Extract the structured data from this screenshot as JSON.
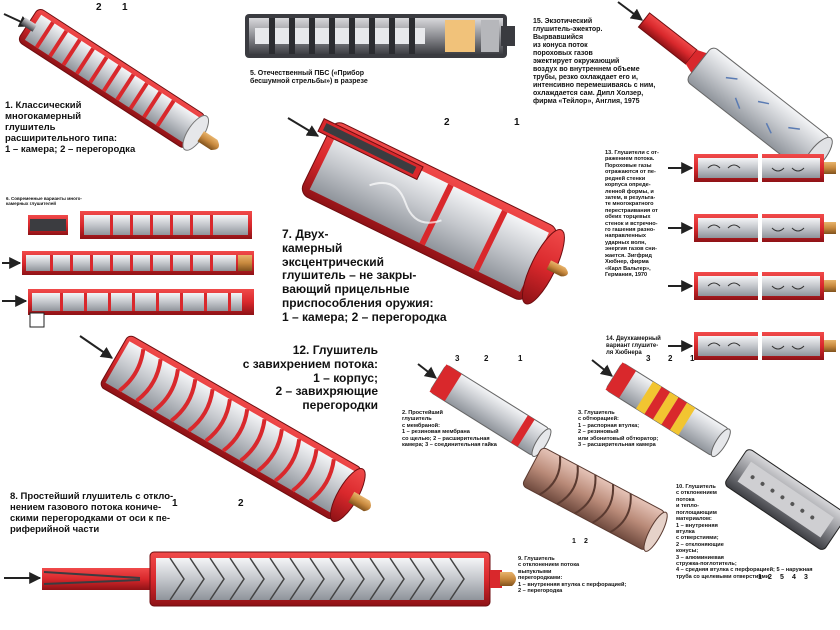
{
  "colors": {
    "casing_red": "#d9282c",
    "casing_dark": "#9c1418",
    "interior_gray": "#c4c7cc",
    "interior_light": "#eef0f2",
    "bullet_copper": "#c8893e",
    "copper_casing": "#b98a78",
    "arrow": "#222222"
  },
  "captions": {
    "c1": [
      "1. Классический",
      "многокамерный",
      "глушитель",
      "расширительного типа:",
      "1 – камера; 2 – перегородка"
    ],
    "c5": [
      "5. Отечественный ПБС («Прибор",
      "бесшумной стрельбы») в разрезе"
    ],
    "c15": [
      "15. Экзотический",
      "глушитель-эжектор.",
      "Вырвавшийся",
      "из конуса поток",
      "пороховых газов",
      "эжектирует окружающий",
      "воздух во внутреннем объеме",
      "трубы, резко охлаждает его и,",
      "интенсивно перемешиваясь с ним,",
      "охлаждается сам. Дипл Холзер,",
      "фирма «Тейлор», Англия, 1975"
    ],
    "c6": [
      "6. Современные варианты много-",
      "камерных глушителей"
    ],
    "c7": [
      "7. Двух-",
      "камерный",
      "эксцентрический",
      "глушитель – не закры-",
      "вающий прицельные",
      "приспособления оружия:",
      "1 – камера; 2 – перегородка"
    ],
    "c13": [
      "13. Глушители с от-",
      "ражением потока.",
      "Пороховые газы",
      "отражаются от пе-",
      "редней стенки",
      "корпуса опреде-",
      "ленной формы, и",
      "затем, в результа-",
      "те многократного",
      "перестраивания от",
      "обеих торцевых",
      "стенок и встречно-",
      "го гашения разно-",
      "направленных",
      "ударных волн,",
      "энергия газов сни-",
      "жается. Зигфрид",
      "Хюбнер, фирма",
      "«Карл Вальтер»,",
      "Германия, 1970"
    ],
    "c14": [
      "14. Двухкамерный",
      "вариант глушите-",
      "ля Хюбнера"
    ],
    "c12": [
      "12. Глушитель",
      "с завихрением потока:",
      "1 – корпус;",
      "2 – завихряющие",
      "перегородки"
    ],
    "c2": [
      "2. Простейший",
      "глушитель",
      "с мембраной:",
      "1 – резиновая мембрана",
      "со щелью; 2 – расширительная",
      "камера; 3 – соединительная гайка"
    ],
    "c3": [
      "3. Глушитель",
      "с обтюрацией:",
      "1 – распорная втулка;",
      "2 – резиновый",
      "или эбонитовый обтюратор;",
      "3 – расширительная камера"
    ],
    "c8": [
      "8. Простейший глушитель с откло-",
      "нением газового потока кониче-",
      "скими перегородками от оси к пе-",
      "риферийной части"
    ],
    "c9": [
      "9. Глушитель",
      "с отклонением потока",
      "выпуклыми",
      "перегородками:",
      "1 – внутренняя втулка с перфорацией;",
      "2 – перегородка"
    ],
    "c10": [
      "10. Глушитель",
      "с отклонением",
      "потока",
      "и тепло-",
      "поглощающим",
      "материалом:",
      "1 – внутренняя",
      "втулка",
      "с отверстиями;",
      "2 – отклоняющие",
      "конусы;",
      "3 – алюминиевая",
      "стружка-поглотитель;",
      "4 – средняя втулка с перфорацией; 5 – наружная",
      "труба со щелевыми отверстиями"
    ]
  },
  "labels": {
    "n_1": "1",
    "n_2": "2",
    "n_3": "3",
    "n_4": "4",
    "n_5": "5"
  }
}
